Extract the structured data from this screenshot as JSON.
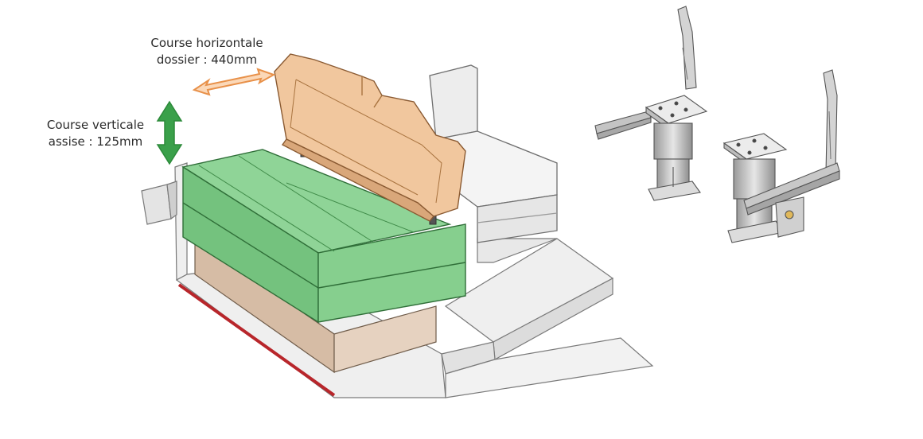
{
  "annotations": {
    "horizontal": {
      "line1": "Course horizontale",
      "line2": "dossier : 440mm",
      "arrow_color": "#f0a060"
    },
    "vertical": {
      "line1": "Course verticale",
      "line2": "assise : 125mm",
      "arrow_color": "#3aa04a"
    }
  },
  "colors": {
    "cushion_green": "#86cf8e",
    "cushion_green_dark": "#5fb36a",
    "backrest_tan": "#f1c79e",
    "base_brown": "#d9c0aa",
    "platform_gray": "#eeeeee",
    "metal": "#c9c9c9",
    "red_trim": "#b8262b"
  }
}
